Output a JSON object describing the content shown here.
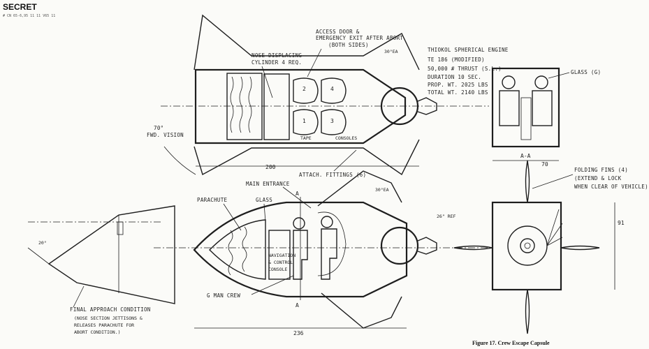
{
  "header": {
    "classification": "SECRET",
    "code": "# CN 65-6,95  11 11  V65 11"
  },
  "labels": {
    "nose_displacing": [
      "NOSE DISPLACING",
      "CYLINDER 4 REQ."
    ],
    "access_door": [
      "ACCESS DOOR &",
      "EMERGENCY EXIT AFTER ABORT",
      "(BOTH SIDES)"
    ],
    "engine": [
      "THIOKOL SPHERICAL ENGINE",
      "TE 186 (MODIFIED)",
      "50,000 # THRUST (S.L.)",
      "DURATION 10 SEC.",
      "PROP. WT. 2025 LBS",
      "TOTAL WT. 2140 LBS"
    ],
    "glass_g": "GLASS (G)",
    "fwd_vision": [
      "70°",
      "FWD. VISION"
    ],
    "dim_200": "200",
    "tape": "TAPE",
    "consoles": "CONSOLES",
    "attach_fittings": "ATTACH. FITTINGS (6)",
    "main_entrance": "MAIN ENTRANCE",
    "parachute": "PARACHUTE",
    "glass": "GLASS",
    "section_a": "A",
    "section_aa": "A-A",
    "dim_70": "70",
    "dim_91": "91",
    "dim_236": "236",
    "dim_20": "20°",
    "dim_26": "26\" REF",
    "angle_top": "30°EA",
    "angle_bottom": "30°EA",
    "folding_fins": [
      "FOLDING FINS (4)",
      "(EXTEND & LOCK",
      "WHEN CLEAR OF VEHICLE)"
    ],
    "navigation": [
      "NAVIGATION",
      "& CONTROL",
      "CONSOLE"
    ],
    "crew": "G MAN CREW",
    "final_approach": [
      "FINAL APPROACH CONDITION",
      "(NOSE SECTION JETTISONS &",
      "RELEASES PARACHUTE FOR",
      "ABORT CONDITION.)"
    ],
    "seat_numbers": [
      "2",
      "4",
      "1",
      "3"
    ]
  },
  "caption": "Figure 17. Crew Escape Capsule"
}
